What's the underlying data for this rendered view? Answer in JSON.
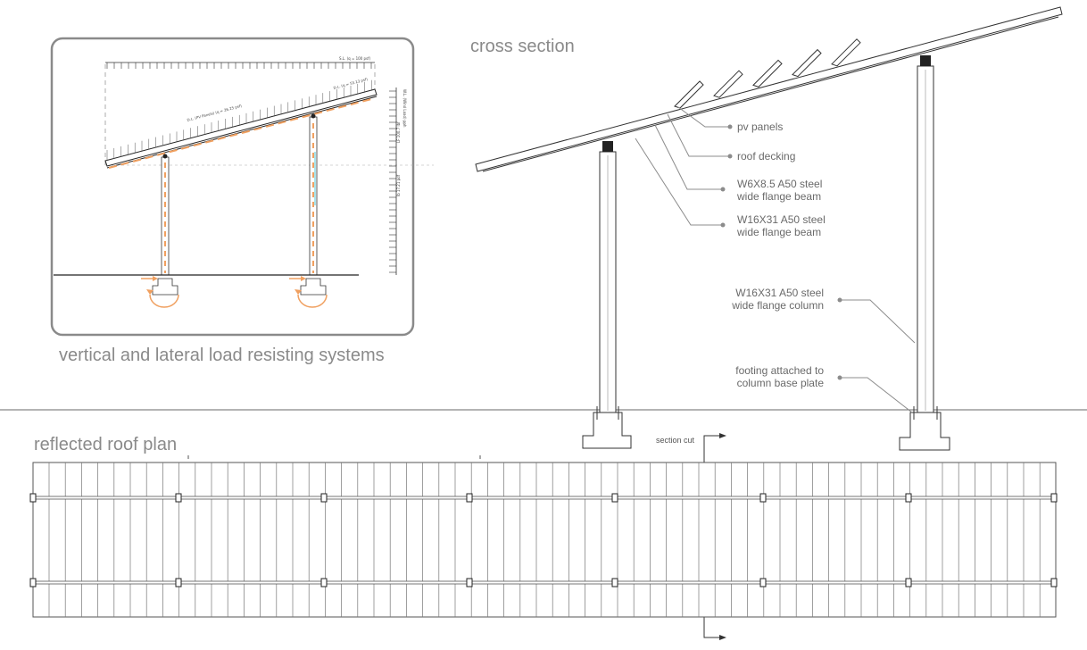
{
  "titles": {
    "cross_section": "cross section",
    "load_systems": "vertical and lateral load resisting systems",
    "roof_plan": "reflected roof plan"
  },
  "callouts": {
    "pv_panels": "pv panels",
    "roof_decking": "roof decking",
    "beam_small_1": "W6X8.5 A50 steel",
    "beam_small_2": "wide flange beam",
    "beam_large_1": "W16X31 A50 steel",
    "beam_large_2": "wide flange beam",
    "column_1": "W16X31 A50 steel",
    "column_2": "wide flange column",
    "footing_1": "footing attached to",
    "footing_2": "column base plate"
  },
  "section_cut_label": "section cut",
  "inset_labels": {
    "snow_load": "S.L. (q = 100 psf)",
    "dead_load_roof": "D.L. (q = 53.13 psf)",
    "dead_load_pv": "D.L. (PV Panels) (q = 26.25 psf)",
    "wind_label": "W.L. (Wind Load) pph",
    "wind_a": "LF 100.7 lbf",
    "wind_b": "lb 17.21 pdf"
  },
  "colors": {
    "line": "#4a4a4a",
    "callout_line": "#8c8c8c",
    "load_arrow": "#f0a060",
    "inset_border": "#8a8a8a",
    "accent_cyan": "#6fd3e0"
  }
}
